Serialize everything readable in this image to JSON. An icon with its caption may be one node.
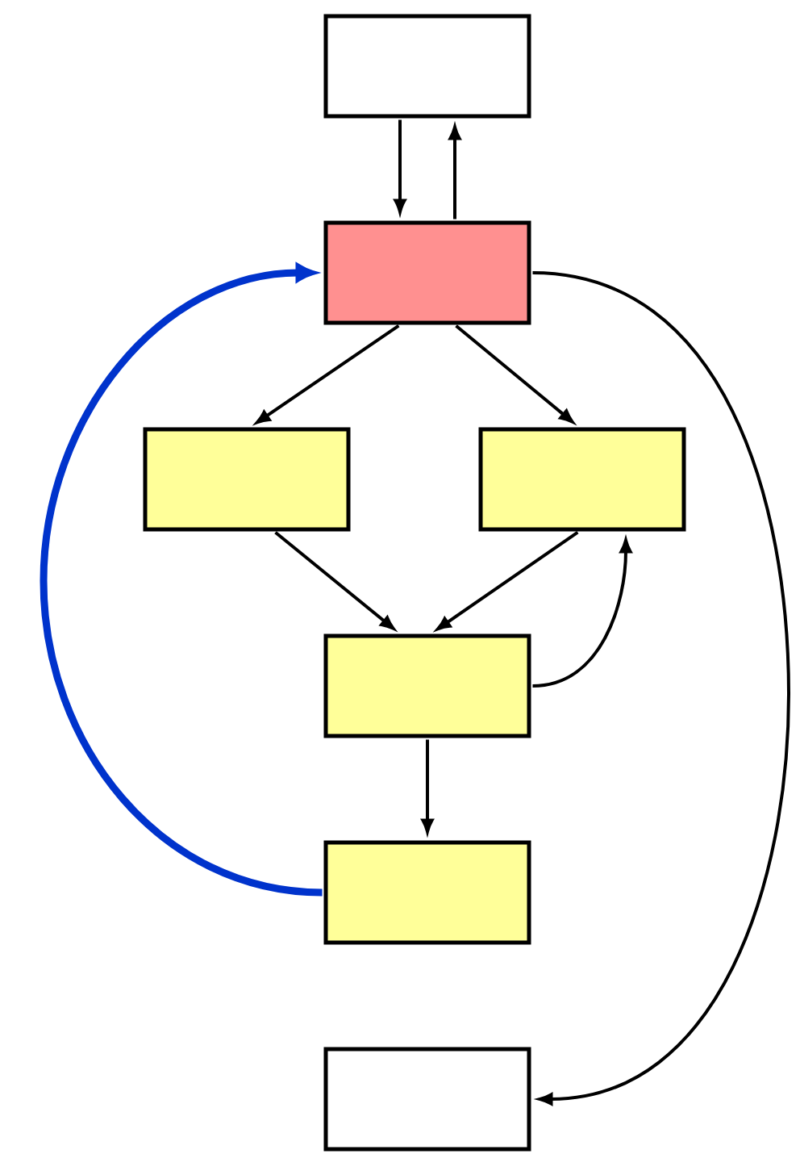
{
  "diagram": {
    "nodes": [
      {
        "text": [],
        "shape": "box"
      },
      {
        "text": [],
        "shape": "box"
      },
      {
        "text": [],
        "shape": "box"
      },
      {
        "text": [],
        "shape": "box"
      },
      {
        "text": [],
        "shape": "box"
      },
      {
        "text": [],
        "shape": "box"
      },
      {
        "text": [],
        "shape": "box"
      }
    ],
    "edges": [
      {
        "from": 0,
        "to": 1,
        "arrow": "to"
      },
      {
        "from": 1,
        "to": 0,
        "arrow": "to"
      },
      {
        "from": 1,
        "to": 2,
        "arrow": "to"
      },
      {
        "from": 1,
        "to": 3,
        "arrow": "to"
      },
      {
        "from": 2,
        "to": 4,
        "arrow": "to"
      },
      {
        "from": 3,
        "to": 4,
        "arrow": "to"
      },
      {
        "from": 4,
        "to": 3,
        "arrow": "to"
      },
      {
        "from": 4,
        "to": 5,
        "arrow": "to"
      },
      {
        "from": 5,
        "to": 1,
        "arrow": "to",
        "style": "thick",
        "color": "#0033cc"
      },
      {
        "from": 1,
        "to": 6,
        "arrow": "to"
      }
    ]
  }
}
